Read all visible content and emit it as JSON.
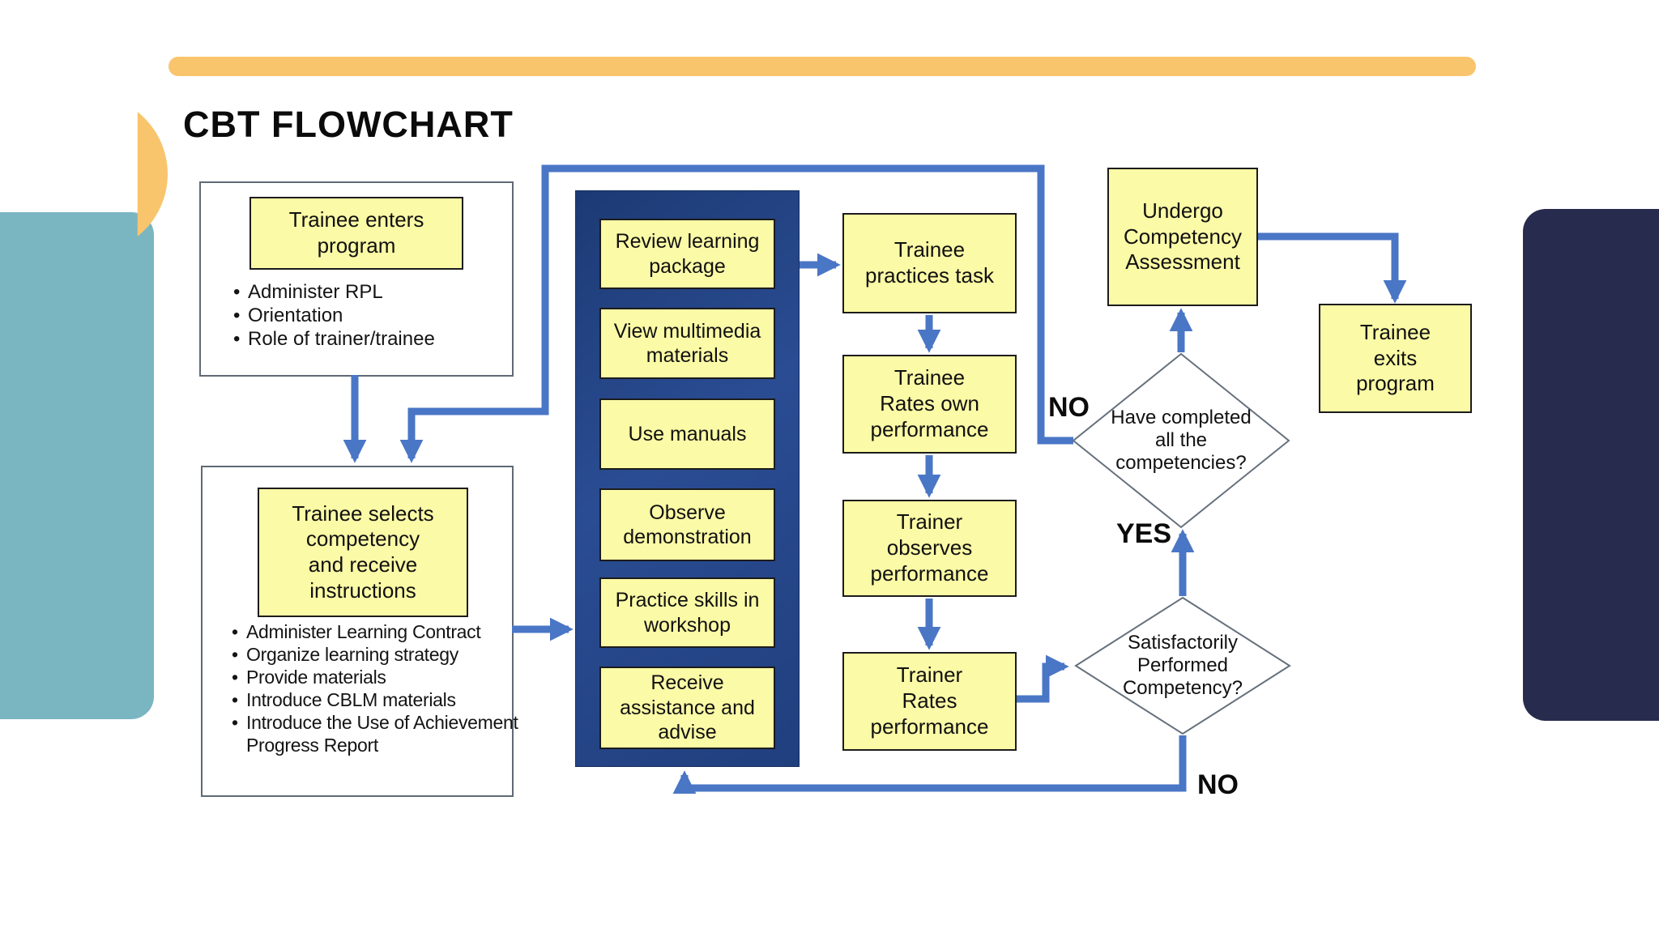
{
  "title": "CBT FLOWCHART",
  "colors": {
    "arrow_blue": "#4a76c6",
    "panel_navy": "#24468a",
    "box_yellow": "#fbfaa6",
    "bar_gold": "#f8c56d",
    "side_teal": "#7ab5c2",
    "side_navy": "#272c4e",
    "border_gray": "#5f6a75"
  },
  "entry": {
    "title": "Trainee enters\nprogram",
    "bullets": [
      "Administer RPL",
      "Orientation",
      "Role of trainer/trainee"
    ]
  },
  "select": {
    "title": "Trainee selects\ncompetency\nand receive\ninstructions",
    "bullets": [
      "Administer Learning Contract",
      "Organize learning strategy",
      "Provide materials",
      "Introduce CBLM materials",
      "Introduce the Use of Achievement Progress Report"
    ]
  },
  "learning": {
    "steps": [
      "Review learning\npackage",
      "View multimedia\nmaterials",
      "Use manuals",
      "Observe\ndemonstration",
      "Practice skills in\nworkshop",
      "Receive\nassistance and\nadvise"
    ]
  },
  "practice": {
    "steps": [
      "Trainee\npractices task",
      "Trainee\nRates own\nperformance",
      "Trainer\nobserves\nperformance",
      "Trainer\nRates\nperformance"
    ]
  },
  "decisions": {
    "completed_all": "Have completed\nall the\ncompetencies?",
    "satisfactory": "Satisfactorily\nPerformed\nCompetency?"
  },
  "outcomes": {
    "assessment": "Undergo\nCompetency\nAssessment",
    "exit": "Trainee\nexits\nprogram"
  },
  "edge_labels": {
    "no_completed": "NO",
    "yes_satisfactory": "YES",
    "no_satisfactory": "NO"
  }
}
